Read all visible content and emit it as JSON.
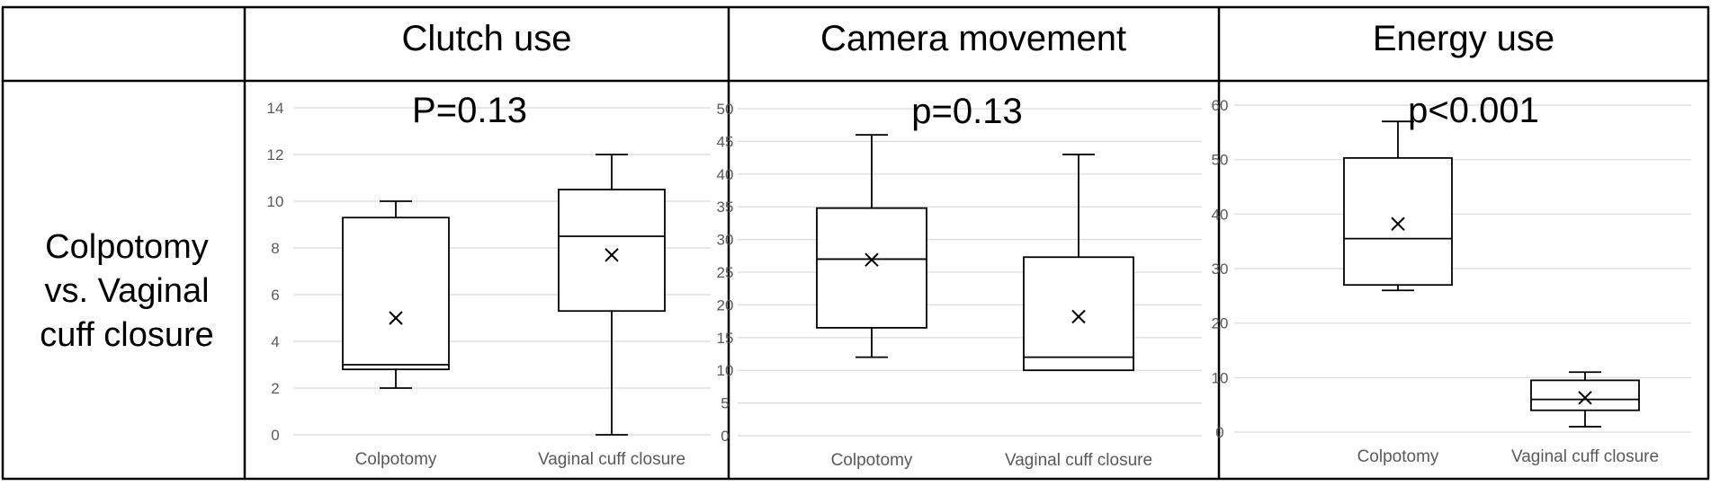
{
  "header": {
    "columns": [
      "Clutch use",
      "Camera movement",
      "Energy use"
    ]
  },
  "row": {
    "label_lines": [
      "Colpotomy",
      "vs. Vaginal",
      "cuff closure"
    ]
  },
  "chart_data": [
    {
      "type": "box",
      "title": "Clutch use",
      "annotation": "P=0.13",
      "categories": [
        "Colpotomy",
        "Vaginal cuff closure"
      ],
      "ylim": [
        0,
        14
      ],
      "yticks": [
        0,
        2,
        4,
        6,
        8,
        10,
        12,
        14
      ],
      "grid": true,
      "boxes": [
        {
          "min": 2,
          "q1": 2.8,
          "median": 3.0,
          "q3": 9.3,
          "max": 10,
          "mean": 5.0
        },
        {
          "min": 0,
          "q1": 5.3,
          "median": 8.5,
          "q3": 10.5,
          "max": 12,
          "mean": 7.7
        }
      ]
    },
    {
      "type": "box",
      "title": "Camera movement",
      "annotation": "p=0.13",
      "categories": [
        "Colpotomy",
        "Vaginal cuff closure"
      ],
      "ylim": [
        0,
        50
      ],
      "yticks": [
        0,
        5,
        10,
        15,
        20,
        25,
        30,
        35,
        40,
        45,
        50
      ],
      "grid": true,
      "boxes": [
        {
          "min": 12,
          "q1": 16.5,
          "median": 27,
          "q3": 34.8,
          "max": 46,
          "mean": 26.9
        },
        {
          "min": 10,
          "q1": 10,
          "median": 12,
          "q3": 27.3,
          "max": 43,
          "mean": 18.2
        }
      ]
    },
    {
      "type": "box",
      "title": "Energy use",
      "annotation": "p<0.001",
      "categories": [
        "Colpotomy",
        "Vaginal cuff closure"
      ],
      "ylim": [
        0,
        60
      ],
      "yticks": [
        0,
        10,
        20,
        30,
        40,
        50,
        60
      ],
      "grid": true,
      "boxes": [
        {
          "min": 26,
          "q1": 27,
          "median": 35.5,
          "q3": 50.3,
          "max": 57,
          "mean": 38.2
        },
        {
          "min": 1,
          "q1": 4,
          "median": 6,
          "q3": 9.5,
          "max": 11,
          "mean": 6.3
        }
      ]
    }
  ]
}
